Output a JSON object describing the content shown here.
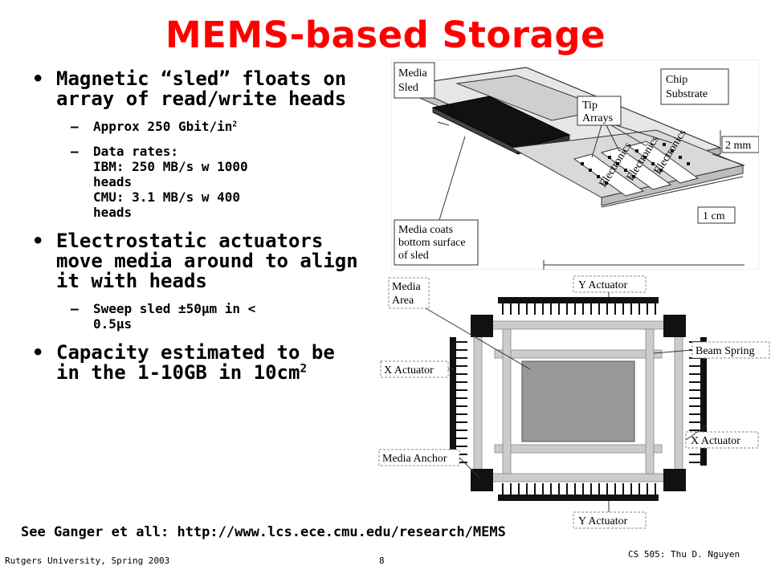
{
  "title": "MEMS-based Storage",
  "title_color": "#ff0000",
  "bullets": [
    {
      "text": "Magnetic “sled” floats on array of read/write heads",
      "subs": [
        {
          "lines": [
            "Approx 250 Gbit/in"
          ],
          "sup": "2"
        },
        {
          "lines": [
            "Data rates:",
            "IBM: 250 MB/s w 1000",
            "heads",
            "CMU: 3.1 MB/s w 400",
            "heads"
          ]
        }
      ]
    },
    {
      "text": "Electrostatic actuators move media around to align it with heads",
      "subs": [
        {
          "lines": [
            "Sweep sled ±50μm in <",
            "0.5μs"
          ]
        }
      ]
    },
    {
      "text": "Capacity estimated to be in the 1-10GB in 10cm",
      "sup": "2"
    }
  ],
  "bullet_glyph": "•",
  "dash_glyph": "–",
  "figure_top": {
    "labels": {
      "media_sled_1": "Media",
      "media_sled_2": "Sled",
      "chip_1": "Chip",
      "chip_2": "Substrate",
      "tip_1": "Tip",
      "tip_2": "Arrays",
      "dim_2mm": "2 mm",
      "dim_1cm": "1 cm",
      "coat_1": "Media coats",
      "coat_2": "bottom surface",
      "coat_3": "of sled",
      "electronics": "Electronics"
    }
  },
  "figure_bottom": {
    "labels": {
      "media_area_1": "Media",
      "media_area_2": "Area",
      "y_top": "Y Actuator",
      "beam_spring": "Beam Spring",
      "x_left": "X Actuator",
      "x_right": "X Actuator",
      "media_anchor": "Media Anchor",
      "y_bottom": "Y Actuator"
    }
  },
  "reference": "See Ganger et all: http://www.lcs.ece.cmu.edu/research/MEMS",
  "footer": {
    "left": "Rutgers University, Spring 2003",
    "page": "8",
    "right": "CS 505: Thu D. Nguyen"
  }
}
